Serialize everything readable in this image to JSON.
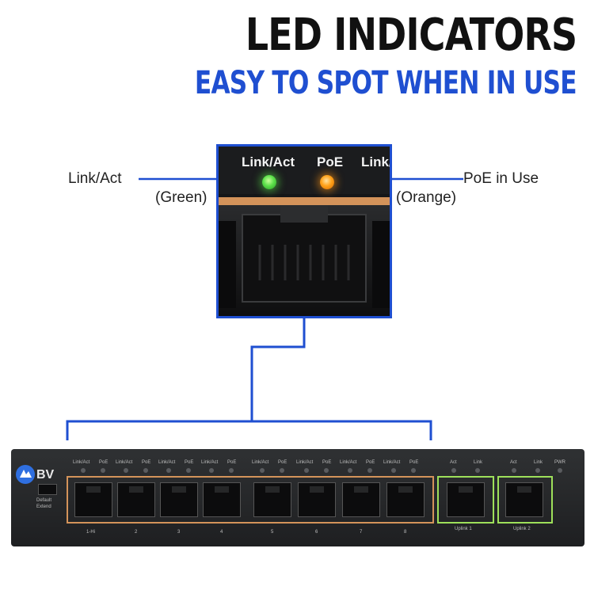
{
  "heading": {
    "title": "LED INDICATORS",
    "subtitle": "EASY TO SPOT WHEN IN USE"
  },
  "callouts": {
    "left_label": "Link/Act",
    "left_sub": "(Green)",
    "right_label": "PoE in Use",
    "right_sub": "(Orange)"
  },
  "zoom": {
    "label_left": "Link/Act",
    "label_mid": "PoE",
    "label_right": "Link/"
  },
  "switch": {
    "brand": "BV",
    "toggle_label_1": "Default",
    "toggle_label_2": "Extend",
    "led_labels": [
      "Link/Act",
      "PoE",
      "Link/Act",
      "PoE",
      "Link/Act",
      "PoE",
      "Link/Act",
      "PoE",
      "Link/Act",
      "PoE",
      "Link/Act",
      "PoE",
      "Link/Act",
      "PoE",
      "Link/Act",
      "PoE"
    ],
    "port_labels": [
      "1-Hi",
      "2",
      "3",
      "4",
      "5",
      "6",
      "7",
      "8"
    ],
    "uplink_led_labels": [
      "Act",
      "Link",
      "Act",
      "Link",
      "PWR"
    ],
    "uplink_labels": [
      "Uplink 1",
      "Uplink 2"
    ]
  },
  "colors": {
    "accent_blue": "#1f4fd1",
    "led_green": "#5ce04a",
    "led_orange": "#ffa21a",
    "poe_frame": "#d4935a",
    "uplink_frame": "#9ee05a"
  }
}
